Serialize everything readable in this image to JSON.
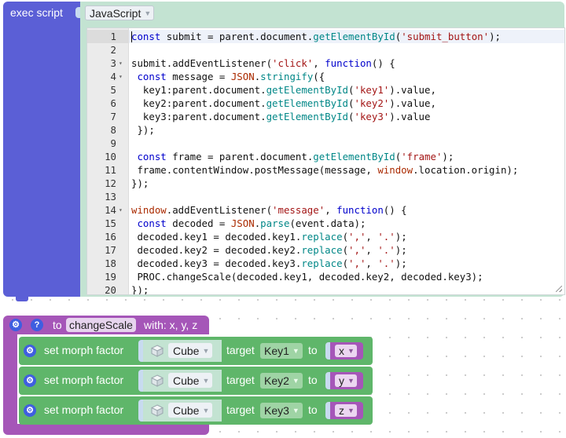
{
  "exec_block": {
    "title": "exec script",
    "language": "JavaScript"
  },
  "code_lines": [
    {
      "num": "1",
      "fold": "",
      "parts": [
        [
          "kw",
          "const"
        ],
        [
          "",
          "  submit = parent.document."
        ],
        [
          "m",
          "getElementById"
        ],
        [
          "",
          "("
        ],
        [
          "str",
          "'submit_button'"
        ],
        [
          "",
          ");"
        ]
      ]
    },
    {
      "num": "2",
      "fold": "",
      "parts": []
    },
    {
      "num": "3",
      "fold": "▾",
      "parts": [
        [
          "",
          "submit.addEventListener("
        ],
        [
          "str",
          "'click'"
        ],
        [
          "",
          ", "
        ],
        [
          "kw",
          "function"
        ],
        [
          "",
          "() {"
        ]
      ]
    },
    {
      "num": "4",
      "fold": "▾",
      "parts": [
        [
          "",
          "  "
        ],
        [
          "kw",
          "const"
        ],
        [
          "",
          "  message = "
        ],
        [
          "glob",
          "JSON"
        ],
        [
          "",
          "."
        ],
        [
          "m",
          "stringify"
        ],
        [
          "",
          "({"
        ]
      ]
    },
    {
      "num": "5",
      "fold": "",
      "parts": [
        [
          "",
          "    key1:parent.document."
        ],
        [
          "m",
          "getElementById"
        ],
        [
          "",
          "("
        ],
        [
          "str",
          "'key1'"
        ],
        [
          "",
          ").value,"
        ]
      ]
    },
    {
      "num": "6",
      "fold": "",
      "parts": [
        [
          "",
          "    key2:parent.document."
        ],
        [
          "m",
          "getElementById"
        ],
        [
          "",
          "("
        ],
        [
          "str",
          "'key2'"
        ],
        [
          "",
          ").value,"
        ]
      ]
    },
    {
      "num": "7",
      "fold": "",
      "parts": [
        [
          "",
          "    key3:parent.document."
        ],
        [
          "m",
          "getElementById"
        ],
        [
          "",
          "("
        ],
        [
          "str",
          "'key3'"
        ],
        [
          "",
          ").value"
        ]
      ]
    },
    {
      "num": "8",
      "fold": "",
      "parts": [
        [
          "",
          "  });"
        ]
      ]
    },
    {
      "num": "9",
      "fold": "",
      "parts": []
    },
    {
      "num": "10",
      "fold": "",
      "parts": [
        [
          "",
          "  "
        ],
        [
          "kw",
          "const"
        ],
        [
          "",
          "  frame = parent.document."
        ],
        [
          "m",
          "getElementById"
        ],
        [
          "",
          "("
        ],
        [
          "str",
          "'frame'"
        ],
        [
          "",
          ");"
        ]
      ]
    },
    {
      "num": "11",
      "fold": "",
      "parts": [
        [
          "",
          "  frame.contentWindow.postMessage(message, "
        ],
        [
          "glob",
          "window"
        ],
        [
          "",
          ".location.origin);"
        ]
      ]
    },
    {
      "num": "12",
      "fold": "",
      "parts": [
        [
          "",
          "});"
        ]
      ]
    },
    {
      "num": "13",
      "fold": "",
      "parts": []
    },
    {
      "num": "14",
      "fold": "▾",
      "parts": [
        [
          "glob",
          "window"
        ],
        [
          "",
          ".addEventListener("
        ],
        [
          "str",
          "'message'"
        ],
        [
          "",
          ", "
        ],
        [
          "kw",
          "function"
        ],
        [
          "",
          "() {"
        ]
      ]
    },
    {
      "num": "15",
      "fold": "",
      "parts": [
        [
          "",
          "  "
        ],
        [
          "kw",
          "const"
        ],
        [
          "",
          "  decoded = "
        ],
        [
          "glob",
          "JSON"
        ],
        [
          "",
          "."
        ],
        [
          "m",
          "parse"
        ],
        [
          "",
          "(event.data);"
        ]
      ]
    },
    {
      "num": "16",
      "fold": "",
      "parts": [
        [
          "",
          "  decoded.key1 = decoded.key1."
        ],
        [
          "m",
          "replace"
        ],
        [
          "",
          "("
        ],
        [
          "str",
          "','"
        ],
        [
          "",
          ", "
        ],
        [
          "str",
          "'.'"
        ],
        [
          "",
          ");"
        ]
      ]
    },
    {
      "num": "17",
      "fold": "",
      "parts": [
        [
          "",
          "  decoded.key2 = decoded.key2."
        ],
        [
          "m",
          "replace"
        ],
        [
          "",
          "("
        ],
        [
          "str",
          "','"
        ],
        [
          "",
          ", "
        ],
        [
          "str",
          "'.'"
        ],
        [
          "",
          ");"
        ]
      ]
    },
    {
      "num": "18",
      "fold": "",
      "parts": [
        [
          "",
          "  decoded.key3 = decoded.key3."
        ],
        [
          "m",
          "replace"
        ],
        [
          "",
          "("
        ],
        [
          "str",
          "','"
        ],
        [
          "",
          ", "
        ],
        [
          "str",
          "'.'"
        ],
        [
          "",
          ");"
        ]
      ]
    },
    {
      "num": "19",
      "fold": "",
      "parts": [
        [
          "",
          "  PROC.changeScale(decoded.key1, decoded.key2, decoded.key3);"
        ]
      ]
    },
    {
      "num": "20",
      "fold": "",
      "parts": [
        [
          "",
          "});"
        ]
      ]
    }
  ],
  "procedure": {
    "to_label": "to",
    "name": "changeScale",
    "params_label": "with: x, y, z",
    "help_glyph": "?"
  },
  "morph_rows": [
    {
      "label": "set morph factor",
      "object": "Cube",
      "target_label": "target",
      "key": "Key1",
      "to_label": "to",
      "var": "x"
    },
    {
      "label": "set morph factor",
      "object": "Cube",
      "target_label": "target",
      "key": "Key2",
      "to_label": "to",
      "var": "y"
    },
    {
      "label": "set morph factor",
      "object": "Cube",
      "target_label": "target",
      "key": "Key3",
      "to_label": "to",
      "var": "z"
    }
  ],
  "icons": {
    "settings": "gear-icon",
    "help": "help-icon",
    "object": "cube-icon",
    "dropdown": "chevron-down-icon"
  },
  "colors": {
    "exec_purple": "#5b5fd6",
    "exec_green": "#c3e3d2",
    "procedure_purple": "#a556b8",
    "morph_green": "#5fb66a",
    "icon_blue": "#3f5ee0"
  }
}
